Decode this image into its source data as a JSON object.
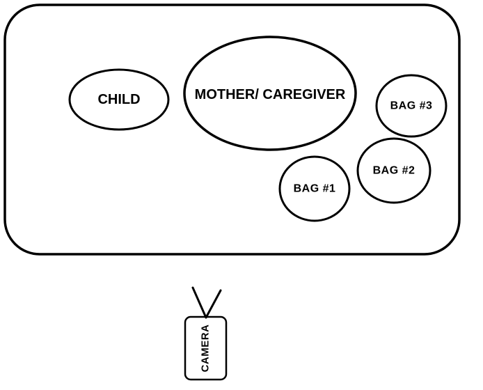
{
  "colors": {
    "stroke": "#000000",
    "background": "#ffffff"
  },
  "room": {
    "zones": [
      {
        "id": "child",
        "label": "CHILD"
      },
      {
        "id": "mother-caregiver",
        "label": "MOTHER/ CAREGIVER"
      },
      {
        "id": "bag-3",
        "label": "BAG #3"
      },
      {
        "id": "bag-2",
        "label": "BAG #2"
      },
      {
        "id": "bag-1",
        "label": "BAG #1"
      }
    ]
  },
  "camera": {
    "label": "CAMERA"
  }
}
